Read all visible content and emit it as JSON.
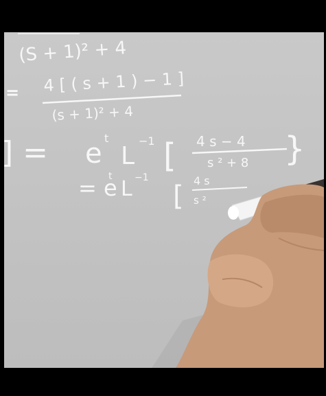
{
  "video": {
    "whiteboard": {
      "line1": "(S + 1)² + 4",
      "line2_prefix": "=",
      "line2_numerator": "4 [ ( s + 1 ) − 1 ]",
      "line2_denominator": "(s + 1)² + 4",
      "line3_left": "] =",
      "line3_exp": "e",
      "line3_exp_sup": "t",
      "line3_operator": "L",
      "line3_operator_sup": "−1",
      "line3_numerator": "4 s   − 4",
      "line3_denominator": "s ²   + 8",
      "line4_prefix": "= e",
      "line4_exp_sup": "t",
      "line4_operator": "L",
      "line4_operator_sup": "−1",
      "line4_numerator": "4 s",
      "line4_denominator": "s ²"
    },
    "colors": {
      "letterbox": "#000000",
      "board": "#c6c6c6",
      "chalk": "#f7f7f7",
      "skin": "#c89a7c"
    },
    "icons": [
      "hand-holding-marker"
    ]
  }
}
